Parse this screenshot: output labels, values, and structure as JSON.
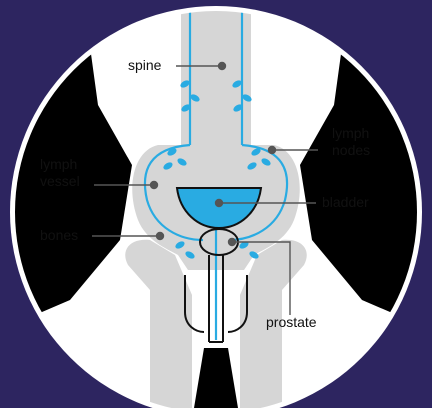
{
  "labels": {
    "spine": "spine",
    "lymph_nodes_line1": "lymph",
    "lymph_nodes_line2": "nodes",
    "lymph_vessel_line1": "lymph",
    "lymph_vessel_line2": "vessel",
    "bladder": "bladder",
    "bones": "bones",
    "prostate": "prostate"
  },
  "colors": {
    "background": "#2d2560",
    "circle_fill": "#ffffff",
    "body_black": "#000000",
    "bone_grey": "#d6d6d6",
    "lymph_blue": "#29abe2",
    "leader_line": "#555555"
  }
}
